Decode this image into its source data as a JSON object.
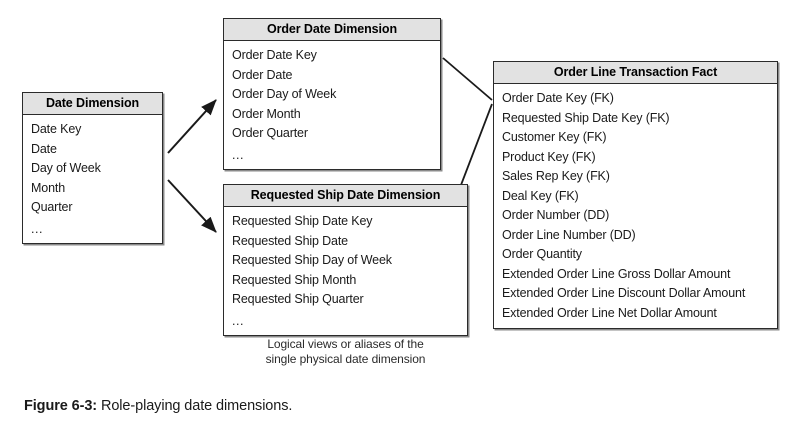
{
  "figure": {
    "caption_label": "Figure 6-3:",
    "caption_text": "Role-playing date dimensions.",
    "note_line_1": "Logical views or aliases of the",
    "note_line_2": "single physical date dimension"
  },
  "colors": {
    "header_fill": "#e2e2e2",
    "border": "#2b2b2b",
    "shadow": "#8a8a8a",
    "text": "#1a1a1a",
    "background": "#ffffff"
  },
  "entities": {
    "date_dimension": {
      "title": "Date Dimension",
      "rows": [
        "Date Key",
        "Date",
        "Day of Week",
        "Month",
        "Quarter",
        "..."
      ]
    },
    "order_date_dimension": {
      "title": "Order Date Dimension",
      "rows": [
        "Order Date Key",
        "Order Date",
        "Order Day of Week",
        "Order Month",
        "Order Quarter",
        "..."
      ]
    },
    "requested_ship_date_dimension": {
      "title": "Requested Ship Date Dimension",
      "rows": [
        "Requested Ship Date Key",
        "Requested Ship Date",
        "Requested Ship Day of Week",
        "Requested Ship Month",
        "Requested Ship Quarter",
        "..."
      ]
    },
    "order_line_transaction_fact": {
      "title": "Order Line Transaction Fact",
      "rows": [
        "Order Date Key (FK)",
        "Requested Ship Date Key (FK)",
        "Customer Key (FK)",
        "Product Key (FK)",
        "Sales Rep Key (FK)",
        "Deal Key (FK)",
        "Order Number (DD)",
        "Order Line Number (DD)",
        "Order Quantity",
        "Extended Order Line Gross Dollar Amount",
        "Extended Order Line Discount Dollar Amount",
        "Extended Order Line Net Dollar Amount"
      ]
    }
  },
  "connectors": [
    {
      "name": "date-to-order-date",
      "style": "arrow"
    },
    {
      "name": "date-to-requested-ship",
      "style": "arrow"
    },
    {
      "name": "order-date-to-fact",
      "style": "line"
    },
    {
      "name": "requested-ship-to-fact",
      "style": "line"
    }
  ]
}
